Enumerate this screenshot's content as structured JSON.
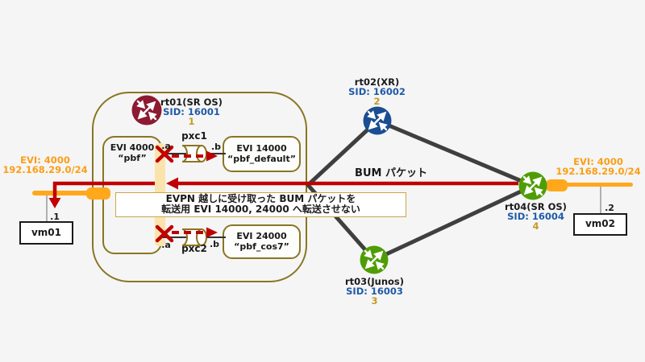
{
  "diagram": {
    "bum_label": "BUM パケット",
    "annotation": {
      "line1": "EVPN 越しに受け取った BUM パケットを",
      "line2": "転送用 EVI 14000, 24000 へ転送させない"
    }
  },
  "left_site": {
    "evi": "EVI: 4000",
    "subnet": "192.168.29.0/24",
    "vm": "vm01",
    "ip": ".1"
  },
  "right_site": {
    "evi": "EVI: 4000",
    "subnet": "192.168.29.0/24",
    "vm": "vm02",
    "ip": ".2"
  },
  "rt01": {
    "name": "rt01(SR OS)",
    "sid": "SID: 16001",
    "id": "1",
    "evi_access": {
      "name": "EVI 4000",
      "alias": "“pbf”"
    },
    "pxc1": {
      "label": "pxc1",
      "a": ".a",
      "b": ".b"
    },
    "pxc2": {
      "label": "pxc2",
      "a": ".a",
      "b": ".b"
    },
    "evi_default": {
      "name": "EVI 14000",
      "alias": "“pbf_default”"
    },
    "evi_cos7": {
      "name": "EVI 24000",
      "alias": "“pbf_cos7”"
    }
  },
  "rt02": {
    "name": "rt02(XR)",
    "sid": "SID: 16002",
    "id": "2"
  },
  "rt03": {
    "name": "rt03(Junos)",
    "sid": "SID: 16003",
    "id": "3"
  },
  "rt04": {
    "name": "rt04(SR OS)",
    "sid": "SID: 16004",
    "id": "4"
  },
  "colors": {
    "background": "#F5F5F5",
    "red": "#C00000",
    "orange": "#FFA81C",
    "orange_text": "#FB9E16",
    "gold_border": "#8A7522",
    "note_border": "#C9A649",
    "blue_text": "#1F5AA8",
    "gold_text": "#C49B22",
    "node_maroon": "#8C1A30",
    "node_blue": "#1A4E91",
    "node_green": "#4F9D05",
    "link_gray": "#3F3F3F",
    "sap_bar": "#FBE3AC"
  }
}
